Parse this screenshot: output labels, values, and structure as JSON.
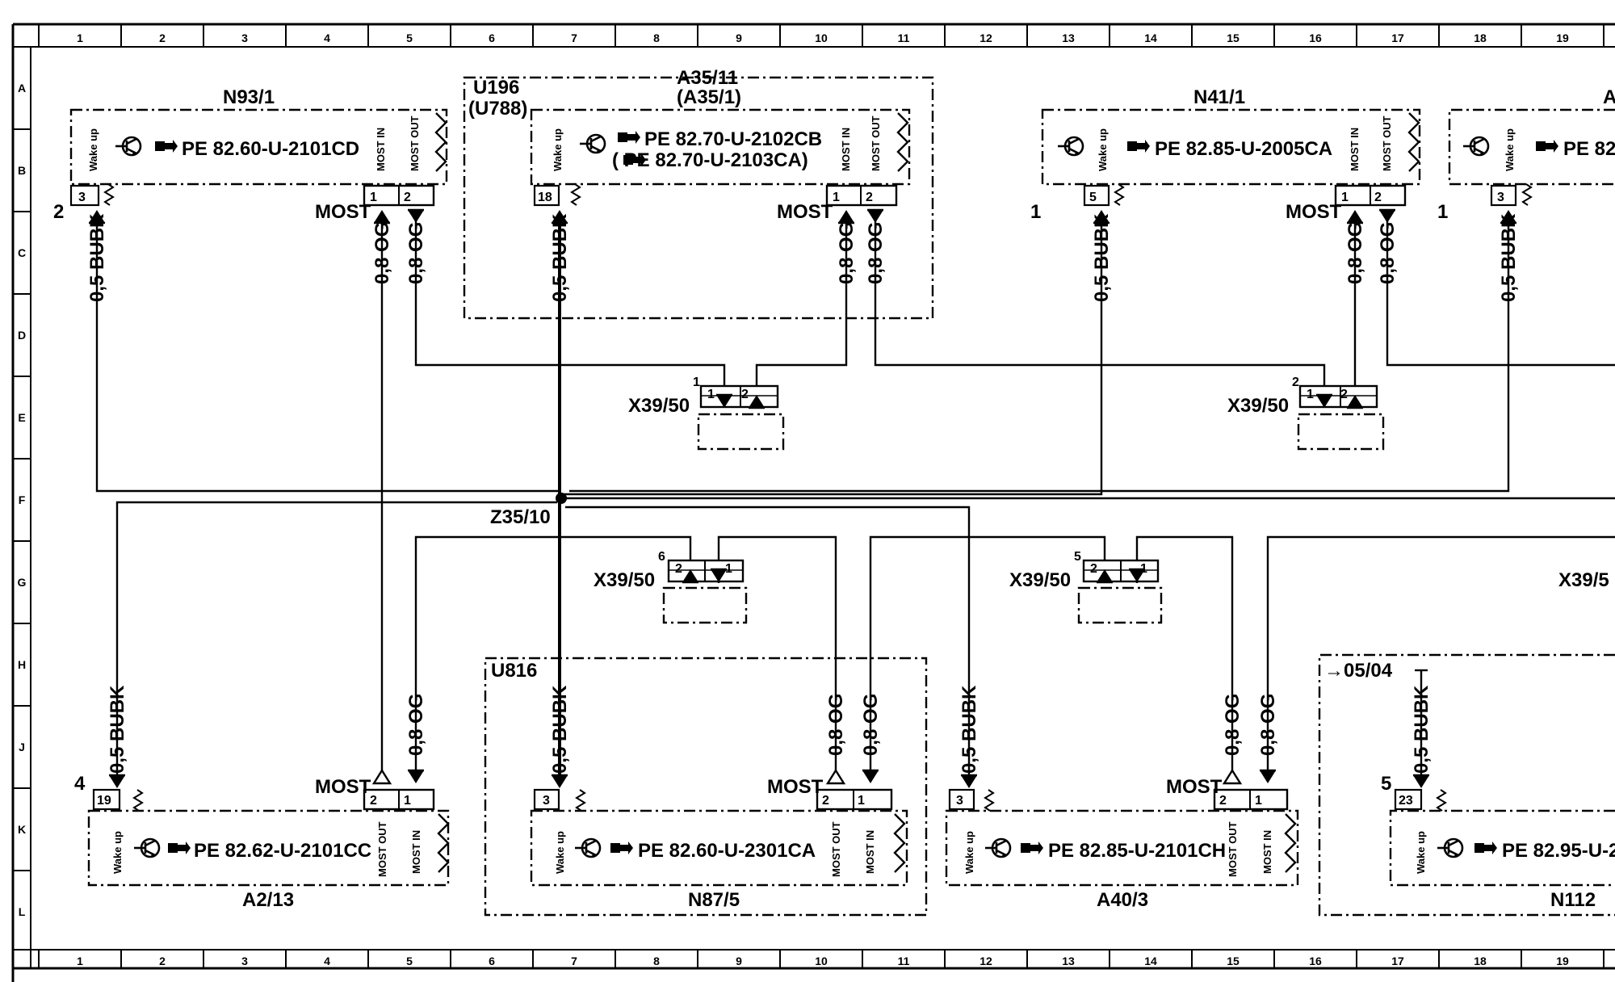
{
  "frame": {
    "columns": [
      "1",
      "2",
      "3",
      "4",
      "5",
      "6",
      "7",
      "8",
      "9",
      "10",
      "11",
      "12",
      "13",
      "14",
      "15",
      "16",
      "17",
      "18",
      "19"
    ],
    "rows": [
      "A",
      "B",
      "C",
      "D",
      "E",
      "F",
      "G",
      "H",
      "J",
      "K",
      "L"
    ]
  },
  "modules": {
    "n93_1": {
      "label": "N93/1",
      "pe": "PE  82.60-U-2101CD",
      "wake_pin": "3",
      "most_in_pin": "1",
      "most_out_pin": "2",
      "wake_text": "Wake up",
      "most_in_text": "MOST IN",
      "most_out_text": "MOST OUT"
    },
    "a35_11": {
      "label": "A35/11",
      "label2": "(A35/1)",
      "u1": "U196",
      "u2": "(U788)",
      "pe": "PE  82.70-U-2102CB",
      "pe2": "(     PE  82.70-U-2103CA)",
      "wake_pin": "18",
      "most_in_pin": "1",
      "most_out_pin": "2",
      "wake_text": "Wake up",
      "most_in_text": "MOST IN",
      "most_out_text": "MOST OUT"
    },
    "n41_1": {
      "label": "N41/1",
      "pe": "PE  82.85-U-2005CA",
      "wake_pin": "5",
      "most_in_pin": "1",
      "most_out_pin": "2",
      "wake_text": "Wake up",
      "most_in_text": "MOST IN",
      "most_out_text": "MOST OUT"
    },
    "a_partial": {
      "label": "A",
      "pe": "PE  82",
      "wake_pin": "3",
      "wake_text": "Wake up"
    },
    "a2_13": {
      "label": "A2/13",
      "pe": "PE  82.62-U-2101CC",
      "wake_pin": "19",
      "most_in_pin": "1",
      "most_out_pin": "2",
      "wake_text": "Wake up",
      "most_in_text": "MOST IN",
      "most_out_text": "MOST OUT"
    },
    "n87_5": {
      "label": "N87/5",
      "u": "U816",
      "pe": "PE  82.60-U-2301CA",
      "wake_pin": "3",
      "most_in_pin": "1",
      "most_out_pin": "2",
      "wake_text": "Wake up",
      "most_in_text": "MOST IN",
      "most_out_text": "MOST OUT"
    },
    "a40_3": {
      "label": "A40/3",
      "pe": "PE  82.85-U-2101CH",
      "wake_pin": "3",
      "most_in_pin": "1",
      "most_out_pin": "2",
      "wake_text": "Wake up",
      "most_in_text": "MOST IN",
      "most_out_text": "MOST OUT"
    },
    "n112": {
      "label": "N112",
      "date": "05/04",
      "pe": "PE  82.95-U-2",
      "wake_pin": "23",
      "wake_text": "Wake up"
    }
  },
  "connectors": {
    "x39_50_e1": {
      "label": "X39/50",
      "num": "1",
      "pin1": "1",
      "pin2": "2"
    },
    "x39_50_e2": {
      "label": "X39/50",
      "num": "2",
      "pin1": "1",
      "pin2": "2"
    },
    "x39_50_g6": {
      "label": "X39/50",
      "num": "6",
      "pin1": "2",
      "pin2": "1"
    },
    "x39_50_g5": {
      "label": "X39/50",
      "num": "5",
      "pin1": "2",
      "pin2": "1"
    },
    "x39_50_g_partial": {
      "label": "X39/5"
    }
  },
  "splice": {
    "label": "Z35/10"
  },
  "wires": {
    "bubk": "0,5 BUBK",
    "og": "0,8 OG",
    "most": "MOST"
  },
  "side_numbers": {
    "n93_1": "2",
    "n41_1": "1",
    "a_partial": "1",
    "a2_13": "4",
    "n112": "5"
  }
}
